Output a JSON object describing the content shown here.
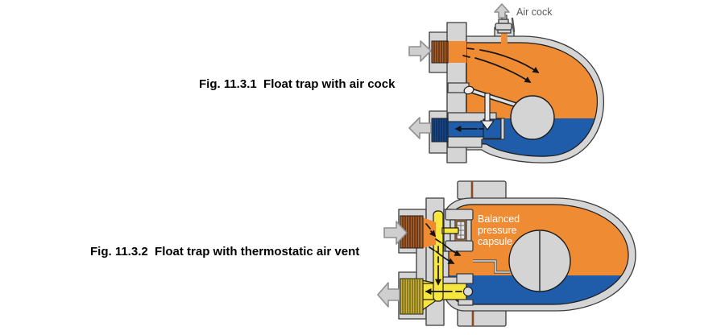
{
  "colors": {
    "background": "#FFFFFF",
    "steam_orange": "#EF8B33",
    "condensate_blue": "#1F5CA9",
    "body_gray": "#D5D5D6",
    "body_outline": "#3A3A3A",
    "float_gray": "#D4D4D5",
    "thread_brown": "#A9632F",
    "thread_brown_dark": "#55290C",
    "thread_navy": "#1B4886",
    "thread_navy_dark": "#0D2A55",
    "thread_olive": "#C9B23B",
    "thread_olive_dark": "#6E5E12",
    "air_yellow": "#F7E73C",
    "gray_arrow_fill": "#CFCFCF",
    "gray_arrow_stroke": "#8F8F8F",
    "label_gray": "#58595B",
    "capsule_label_white": "#FFFFFF",
    "bolt_brown": "#8B4A23"
  },
  "figure1": {
    "caption": "Fig. 11.3.1  Float trap with air cock",
    "air_cock_label": "Air cock"
  },
  "figure2": {
    "caption": "Fig. 11.3.2  Float trap with thermostatic air vent",
    "capsule_label_lines": [
      "Balanced",
      "pressure",
      "capsule"
    ]
  }
}
